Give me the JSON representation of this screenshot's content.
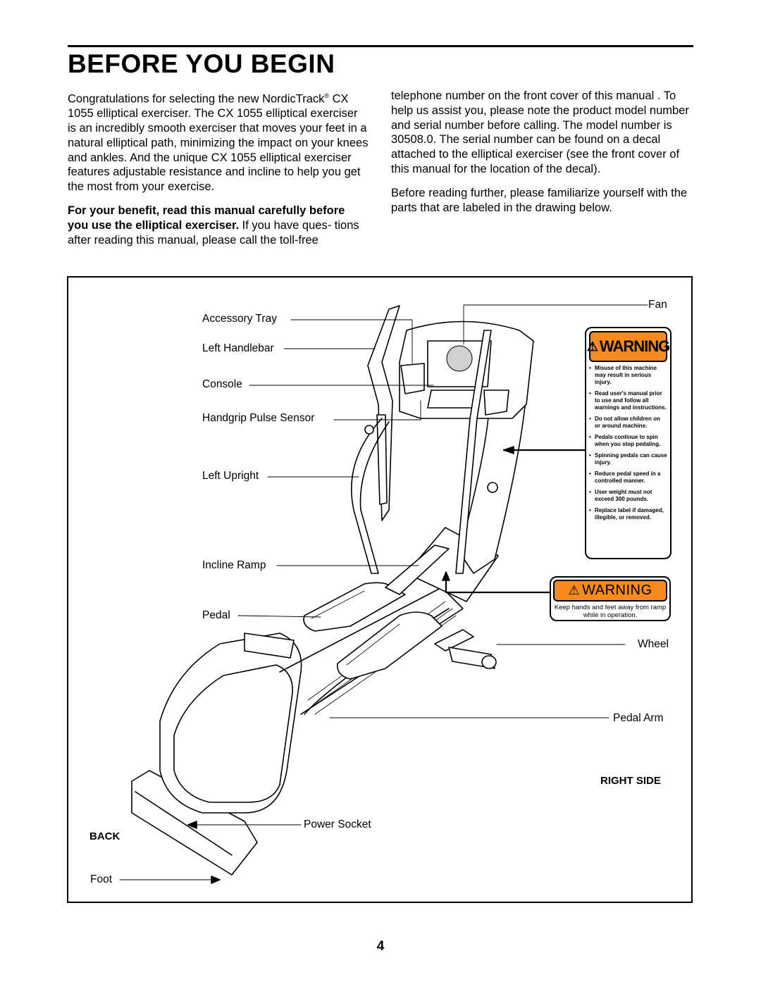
{
  "page": {
    "title": "BEFORE YOU BEGIN",
    "page_number": "4"
  },
  "intro": {
    "p1": "Congratulations for selecting the new NordicTrack",
    "p1_reg": "®",
    "p1_rest": " CX 1055 elliptical exerciser. The CX 1055 elliptical exerciser is an incredibly smooth exerciser that moves your feet in a natural elliptical path, minimizing the impact on your knees and ankles. And the unique CX 1055 elliptical exerciser features adjustable resistance and incline to help you get the most from your exercise.",
    "p2_bold": "For your benefit, read this manual carefully before you use the elliptical exerciser.",
    "p2_rest": " If you have ques- tions after reading this manual, please call the toll-free telephone number on the front cover of this manual . To help us assist you, please note the product model number and serial number before calling. The model number is 30508.0. The serial number can be found on a decal attached to the elliptical exerciser (see the front cover of this manual for the location of the decal).",
    "p3": "Before reading further, please familiarize yourself with the parts that are labeled in the drawing below."
  },
  "diagram": {
    "labels": {
      "accessory_tray": "Accessory Tray",
      "left_handlebar": "Left Handlebar",
      "console": "Console",
      "handgrip_pulse_sensor": "Handgrip Pulse Sensor",
      "left_upright": "Left Upright",
      "incline_ramp": "Incline Ramp",
      "pedal": "Pedal",
      "fan": "Fan",
      "wheel": "Wheel",
      "pedal_arm": "Pedal Arm",
      "power_socket": "Power Socket",
      "foot": "Foot",
      "right_side": "RIGHT SIDE",
      "back": "BACK"
    },
    "warning_decal_1": {
      "header": "WARNING",
      "items": [
        "Misuse of this machine may result in serious injury.",
        "Read user's manual prior to use and follow all warnings and instructions.",
        "Do not allow children on or around machine.",
        "Pedals continue to spin when you stop pedaling.",
        "Spinning pedals can cause injury.",
        "Reduce pedal speed in a controlled manner.",
        "User weight must not exceed 300 pounds.",
        "Replace label if damaged, illegible, or removed."
      ]
    },
    "warning_decal_2": {
      "header": "WARNING",
      "message": "Keep hands and feet away from ramp while in operation."
    },
    "colors": {
      "warning_orange": "#f58a1f"
    }
  }
}
